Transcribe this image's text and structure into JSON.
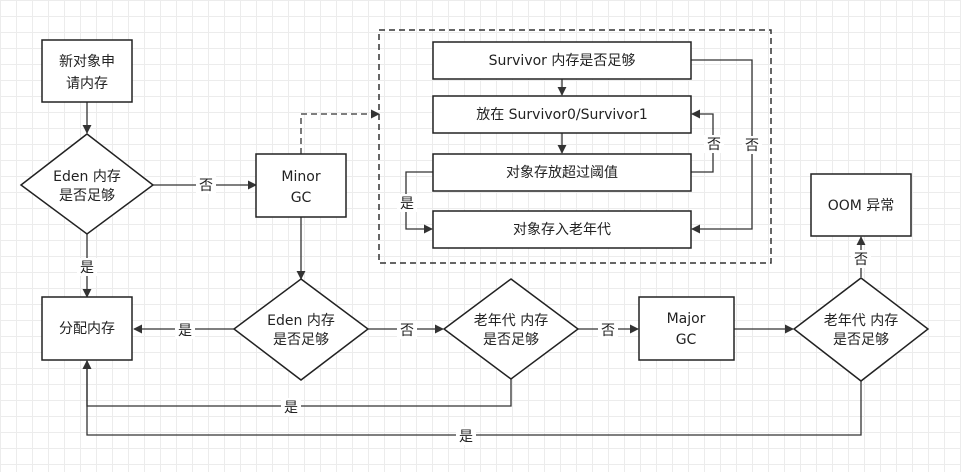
{
  "nodes": {
    "new_object": {
      "lines": [
        "新对象申",
        "请内存"
      ]
    },
    "eden_check_1": {
      "lines": [
        "Eden 内存",
        "是否足够"
      ]
    },
    "minor_gc": {
      "lines": [
        "Minor",
        "GC"
      ]
    },
    "survivor_check": {
      "lines": [
        "Survivor 内存是否足够"
      ]
    },
    "place_survivor": {
      "lines": [
        "放在 Survivor0/Survivor1"
      ]
    },
    "threshold_check": {
      "lines": [
        "对象存放超过阈值"
      ]
    },
    "to_old": {
      "lines": [
        "对象存入老年代"
      ]
    },
    "allocate": {
      "lines": [
        "分配内存"
      ]
    },
    "eden_check_2": {
      "lines": [
        "Eden 内存",
        "是否足够"
      ]
    },
    "old_check_1": {
      "lines": [
        "老年代 内存",
        "是否足够"
      ]
    },
    "major_gc": {
      "lines": [
        "Major",
        "GC"
      ]
    },
    "old_check_2": {
      "lines": [
        "老年代 内存",
        "是否足够"
      ]
    },
    "oom": {
      "lines": [
        "OOM 异常"
      ]
    }
  },
  "edge_labels": {
    "eden1_no": "否",
    "eden1_yes": "是",
    "threshold_no": "否",
    "survivor_no": "否",
    "threshold_yes": "是",
    "eden2_yes": "是",
    "eden2_no": "否",
    "old1_no": "否",
    "old1_yes": "是",
    "old2_no": "否",
    "old2_yes": "是"
  }
}
